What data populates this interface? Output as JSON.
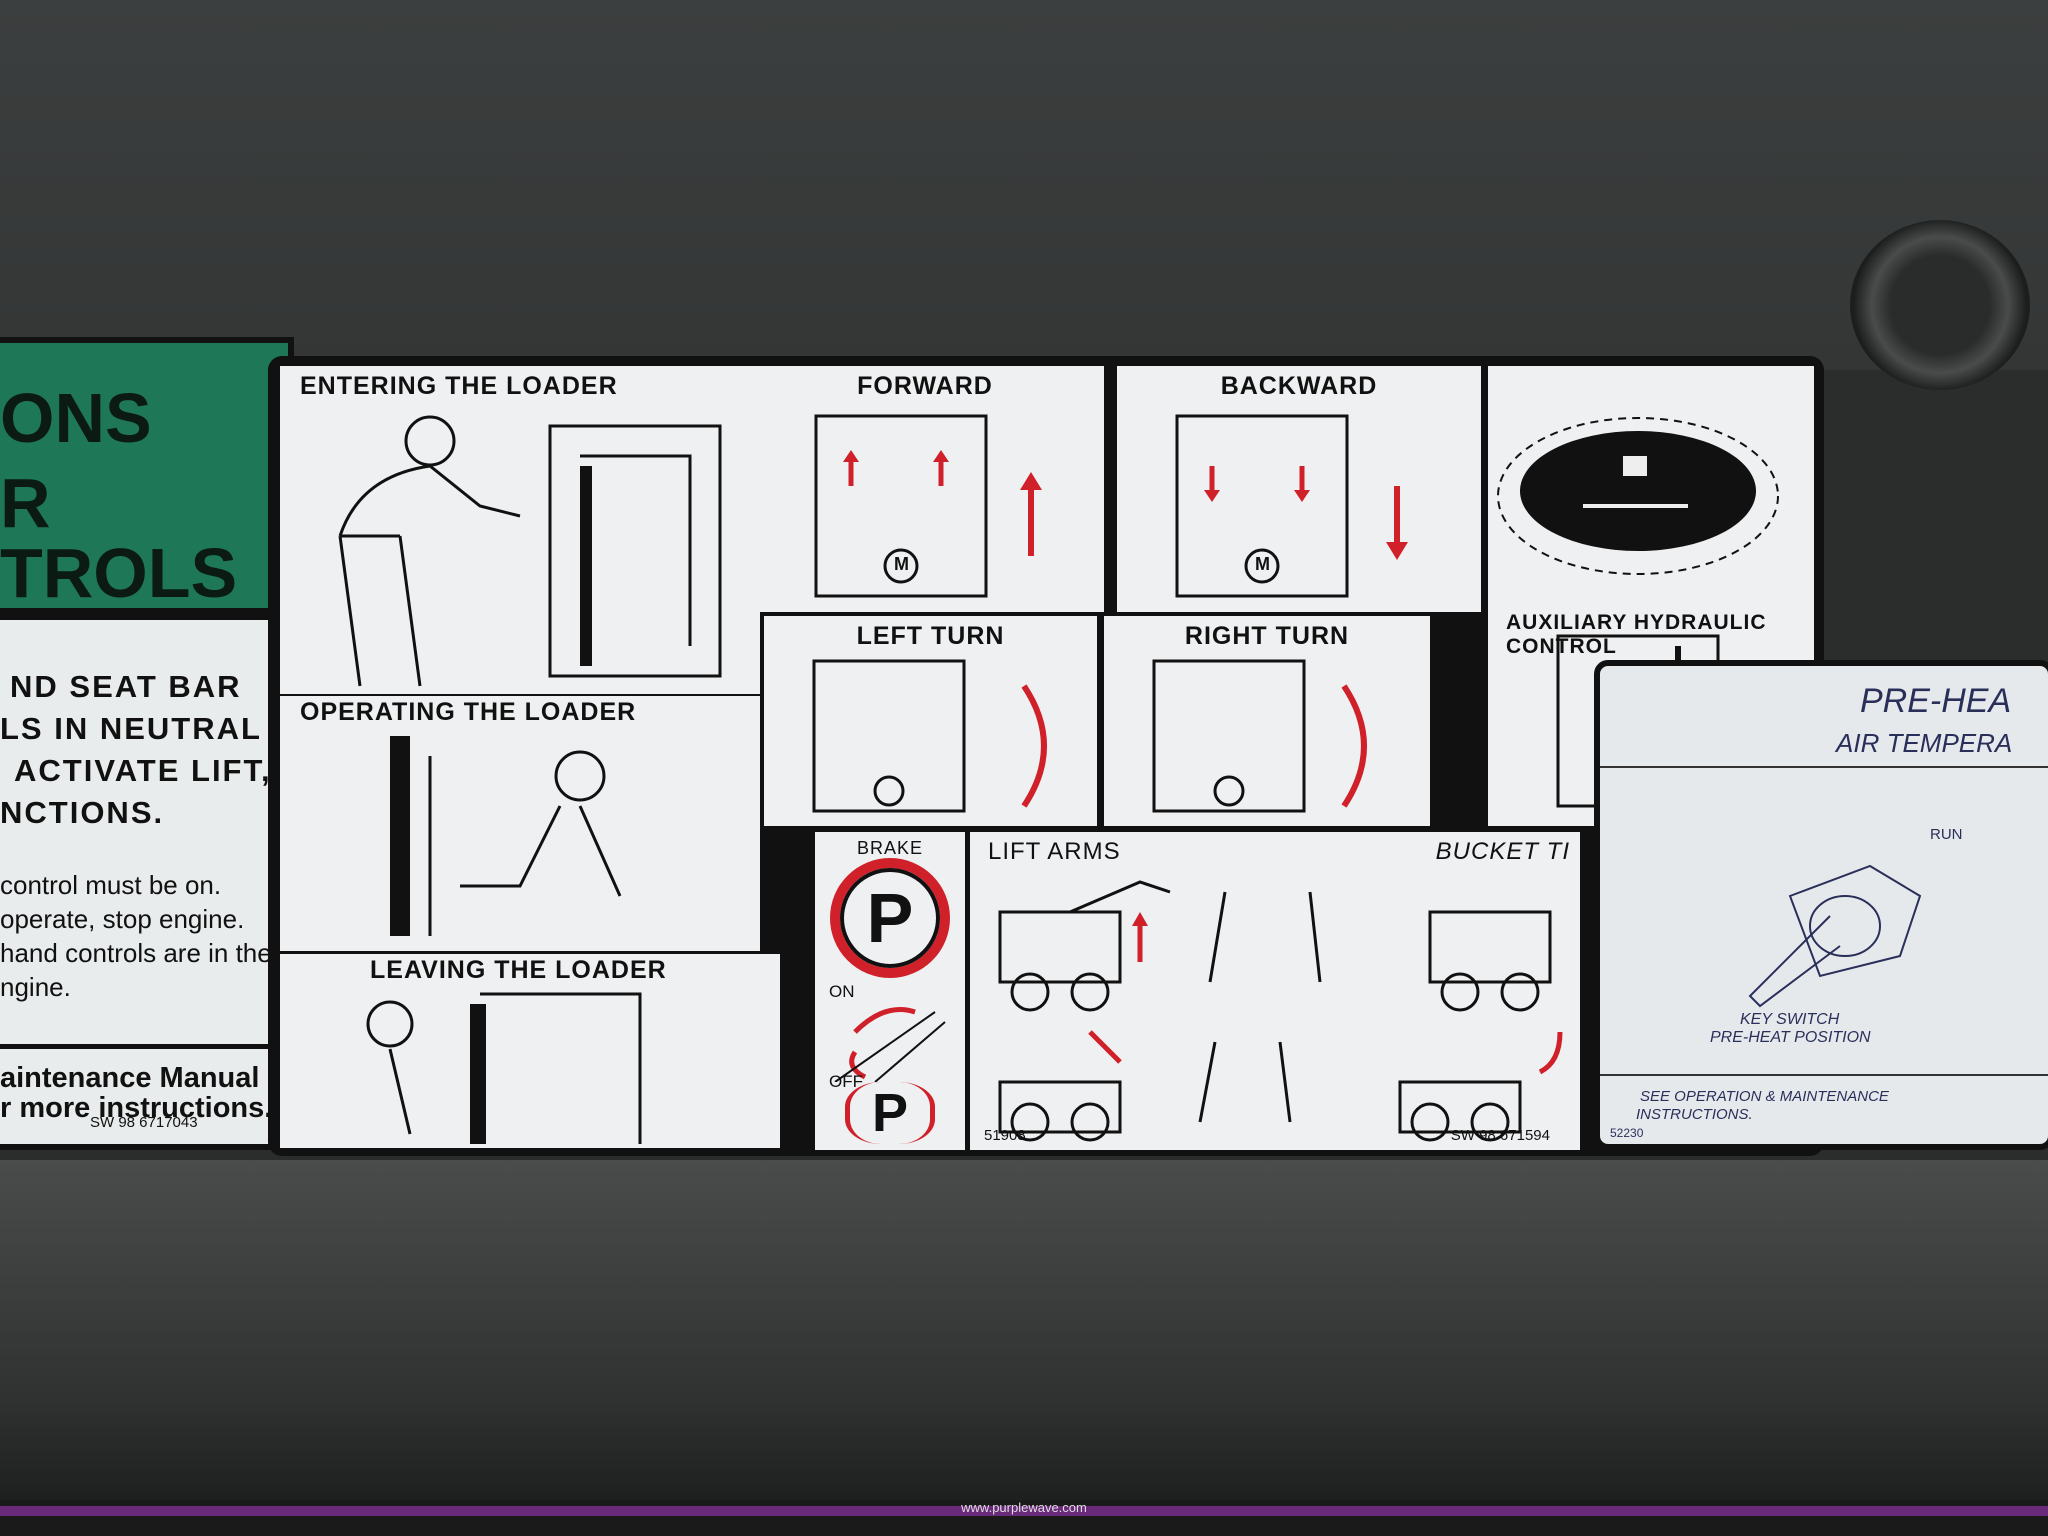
{
  "left_decal": {
    "title_lines": [
      "ONS",
      "R",
      "TROLS"
    ],
    "warning_lines": [
      "ND SEAT BAR",
      "LS IN NEUTRAL",
      "ACTIVATE LIFT,",
      "NCTIONS."
    ],
    "body_lines": [
      "control must be on.",
      "operate, stop engine.",
      "hand controls are in the",
      "ngine."
    ],
    "footer_lines": [
      "aintenance Manual",
      "r more instructions."
    ],
    "code": "SW 98 6717043"
  },
  "main_decal": {
    "entering": "ENTERING THE LOADER",
    "operating": "OPERATING THE LOADER",
    "leaving": "LEAVING THE LOADER",
    "forward": "FORWARD",
    "backward": "BACKWARD",
    "left_turn": "LEFT TURN",
    "right_turn": "RIGHT TURN",
    "aux": "AUXILIARY HYDRAULIC CONTROL",
    "motor_label": "M",
    "brake": "BRAKE",
    "brake_on": "ON",
    "brake_off": "OFF",
    "park_symbol": "P",
    "lift_arms": "LIFT ARMS",
    "bucket_tilt": "BUCKET TI",
    "code_left": "51908",
    "code_right": "SW 98 671594"
  },
  "preheat": {
    "title": "PRE-HEA",
    "subtitle": "AIR TEMPERA",
    "run": "RUN",
    "key_switch": "KEY SWITCH",
    "preheat_position": "PRE-HEAT POSITION",
    "see": "SEE OPERATION & MAINTENANCE",
    "instructions": "INSTRUCTIONS.",
    "code": "52230"
  },
  "watermark": "www.purplewave.com",
  "colors": {
    "green": "#1e7857",
    "red": "#d0202a",
    "purple": "#6a2a7a"
  }
}
